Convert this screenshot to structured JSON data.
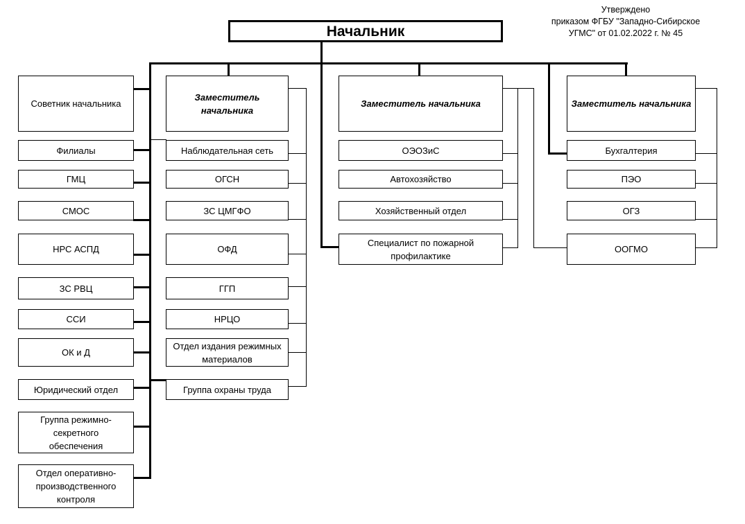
{
  "approval": {
    "line1": "Утверждено",
    "line2": "приказом ФГБУ \"Западно-Сибирское",
    "line3": "УГМС\" от 01.02.2022 г. № 45"
  },
  "head": "Начальник",
  "left_column": {
    "advisor": "Советник начальника",
    "items": [
      "Филиалы",
      "ГМЦ",
      "СМОС",
      "НРС АСПД",
      "ЗС РВЦ",
      "ССИ",
      "ОК и Д",
      "Юридический отдел",
      "Группа режимно-секретного обеспечения",
      "Отдел оперативно-производственного контроля"
    ]
  },
  "deputy1": {
    "title": "Заместитель начальника",
    "items": [
      "Наблюдательная сеть",
      "ОГСН",
      "ЗС ЦМГФО",
      "ОФД",
      "ГГП",
      "НРЦО",
      "Отдел издания режимных материалов",
      "Группа охраны труда"
    ]
  },
  "deputy2": {
    "title": "Заместитель начальника",
    "items": [
      "ОЭОЗиС",
      "Автохозяйство",
      "Хозяйственный отдел",
      "Специалист по пожарной профилактике"
    ]
  },
  "deputy3": {
    "title": "Заместитель начальника",
    "items": [
      "Бухгалтерия",
      "ПЭО",
      "ОГЗ",
      "ООГМО"
    ]
  }
}
